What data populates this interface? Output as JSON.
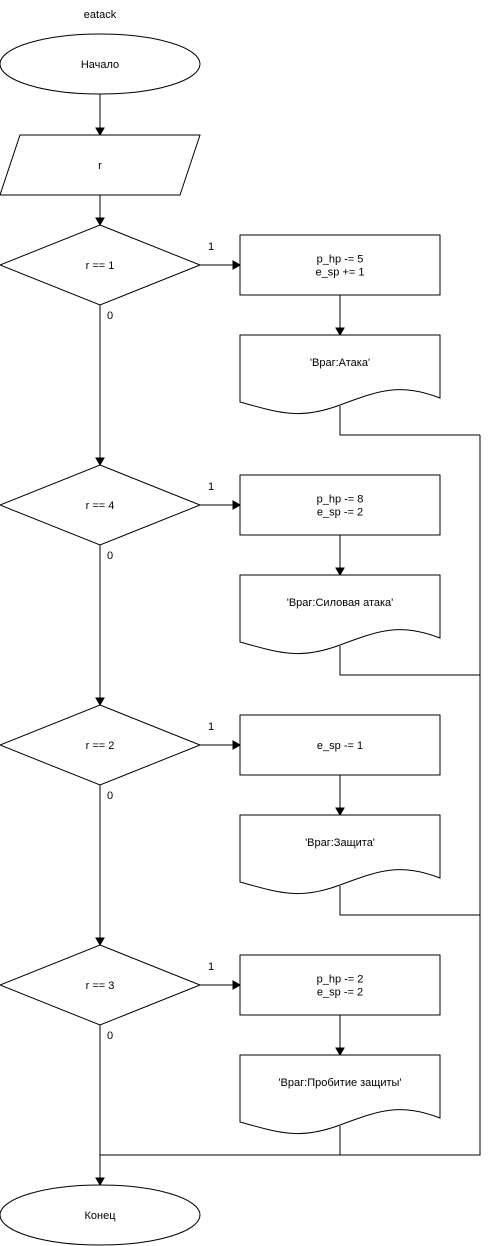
{
  "title": "eatack",
  "start": "Начало",
  "input": "r",
  "branch_true": "1",
  "branch_false": "0",
  "blocks": [
    {
      "condition": "r == 1",
      "action": [
        "p_hp -= 5",
        "e_sp += 1"
      ],
      "output": "'Враг:Атака'"
    },
    {
      "condition": "r == 4",
      "action": [
        "p_hp -= 8",
        "e_sp -= 2"
      ],
      "output": "'Враг:Силовая атака'"
    },
    {
      "condition": "r == 2",
      "action": [
        "e_sp -= 1"
      ],
      "output": "'Враг:Защита'"
    },
    {
      "condition": "r == 3",
      "action": [
        "p_hp -= 2",
        "e_sp -= 2"
      ],
      "output": "'Враг:Пробитие защиты'"
    }
  ],
  "end": "Конец"
}
